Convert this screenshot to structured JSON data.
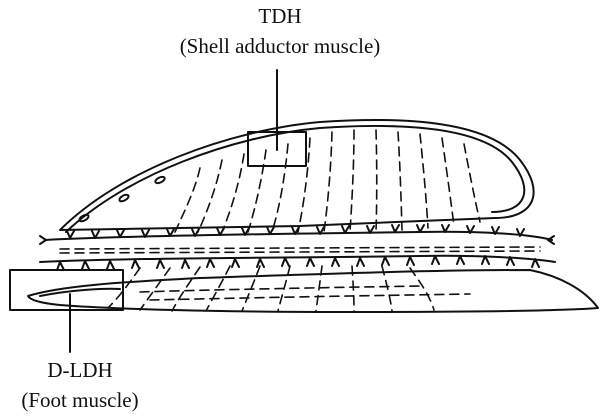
{
  "labels": {
    "top": {
      "code": "TDH",
      "description": "(Shell adductor muscle)"
    },
    "bottom": {
      "code": "D-LDH",
      "description": "(Foot muscle)"
    }
  },
  "colors": {
    "ink": "#111111",
    "background": "#ffffff"
  }
}
